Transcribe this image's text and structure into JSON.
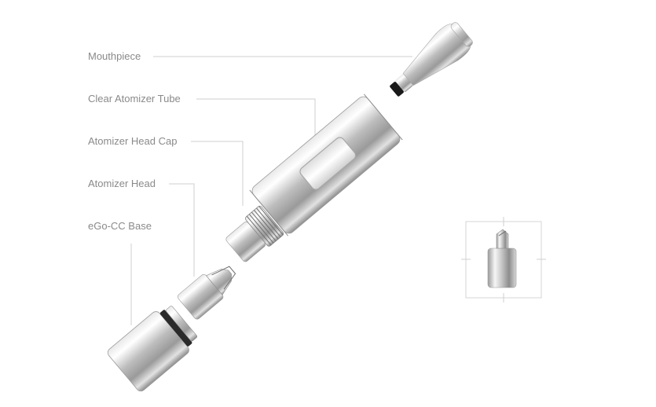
{
  "diagram": {
    "labels": {
      "mouthpiece": "Mouthpiece",
      "clear_atomizer_tube": "Clear Atomizer Tube",
      "atomizer_head_cap": "Atomizer Head Cap",
      "atomizer_head": "Atomizer Head",
      "ego_cc_base": "eGo-CC Base"
    },
    "colors": {
      "label_text": "#8a8a8a",
      "leader_line": "#cfcfcf",
      "metal_light": "#f4f4f4",
      "metal_mid": "#c9c9c9",
      "metal_dark": "#7d7d7d",
      "o_ring": "#1a1a1a"
    }
  }
}
